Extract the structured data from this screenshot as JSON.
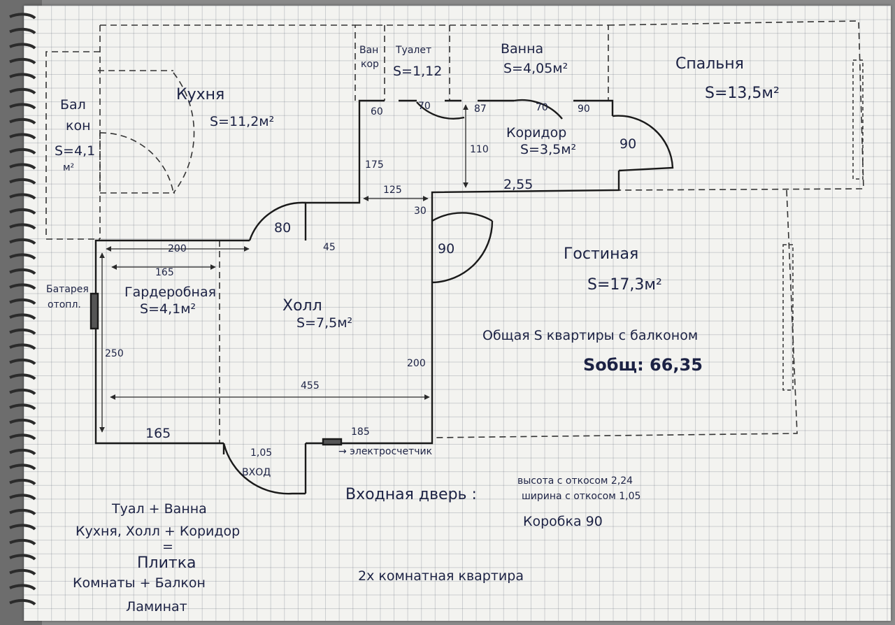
{
  "rooms": {
    "kitchen": {
      "name": "Кухня",
      "area": "S=11,2м²"
    },
    "balcony": {
      "name_line1": "Бал",
      "name_line2": "кон",
      "area_line1": "S=4,1",
      "area_line2": "м²"
    },
    "bathroom_corridor": {
      "name_line1": "Ван",
      "name_line2": "кор"
    },
    "toilet": {
      "name": "Туалет",
      "area": "S=1,12"
    },
    "bath": {
      "name": "Ванна",
      "area": "S=4,05м²"
    },
    "bedroom": {
      "name": "Спальня",
      "area": "S=13,5м²"
    },
    "corridor": {
      "name": "Коридор",
      "area": "S=3,5м²"
    },
    "living": {
      "name": "Гостиная",
      "area": "S=17,3м²"
    },
    "wardrobe": {
      "name": "Гардеробная",
      "area": "S=4,1м²"
    },
    "hall": {
      "name": "Холл",
      "area": "S=7,5м²"
    }
  },
  "dimensions": {
    "d60": "60",
    "d70a": "70",
    "d87": "87",
    "d70b": "70",
    "d90top": "90",
    "d90door": "90",
    "d110": "110",
    "d175": "175",
    "d125": "125",
    "d255": "2,55",
    "d30": "30",
    "d80": "80",
    "d45": "45",
    "d90living": "90",
    "d200top": "200",
    "d165top": "165",
    "d250": "250",
    "d200right": "200",
    "d455": "455",
    "d165bottom": "165",
    "d185": "185",
    "d105": "1,05"
  },
  "notes": {
    "radiator_line1": "Батарея",
    "radiator_line2": "отопл.",
    "entrance": "ВХОД",
    "meter": "→ электросчетчик",
    "total_line1": "Общая S квартиры с балконом",
    "total_line2": "Sобщ: 66,35",
    "entry_door": "Входная дверь :",
    "height_note": "высота с откосом 2,24",
    "width_note": "ширина с откосом 1,05",
    "frame_note": "Коробка 90",
    "legend_line1": "Туал + Ванна",
    "legend_line2": "Кухня, Холл + Коридор",
    "legend_eq": "=",
    "legend_line3": "Плитка",
    "legend_line4": "Комнаты + Балкон",
    "legend_line5": "Ламинат",
    "apartment_type": "2х комнатная квартира"
  },
  "colors": {
    "ink": "#1c2244",
    "paper": "#f3f3f0",
    "pencil": "#2a2a2a"
  }
}
